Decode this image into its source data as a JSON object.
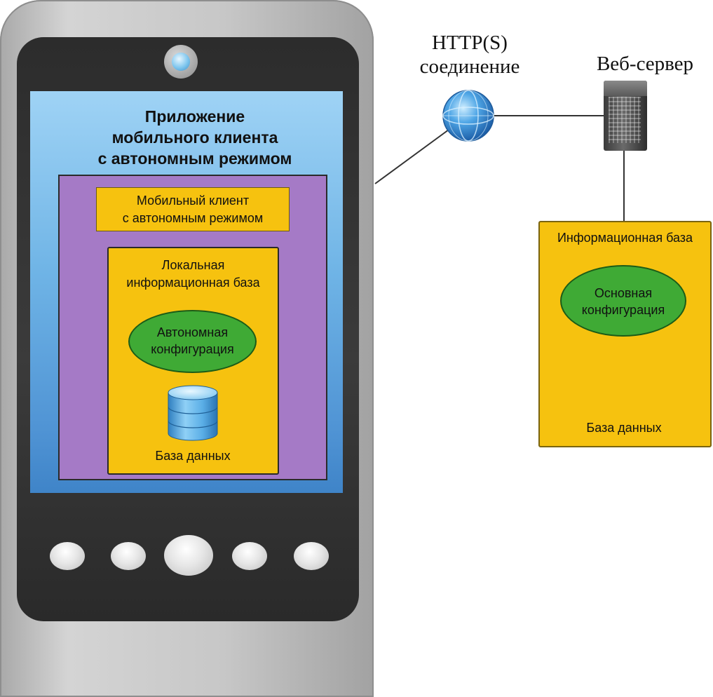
{
  "mobile_app": {
    "title": "Приложение\nмобильного клиента\nс автономным режимом",
    "client_label": "Мобильный клиент\nс автономным режимом",
    "local_db": {
      "title": "Локальная\nинформационная база",
      "configuration": "Автономная\nконфигурация",
      "database_label": "База данных"
    }
  },
  "connection": {
    "label": "HTTP(S)\nсоединение",
    "icon": "globe-icon"
  },
  "server": {
    "label": "Веб-сервер",
    "icon": "server-icon"
  },
  "info_base": {
    "title": "Информационная база",
    "configuration": "Основная\nконфигурация",
    "database_label": "База данных"
  },
  "colors": {
    "yellow": "#f6c20f",
    "purple": "#a57ac6",
    "green": "#3faa35",
    "screen_blue": "#6fb4e6"
  }
}
